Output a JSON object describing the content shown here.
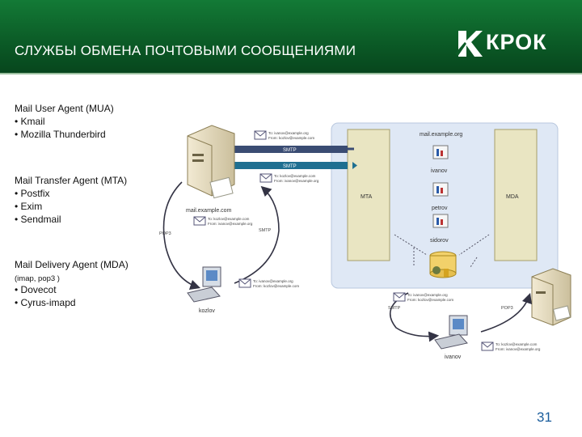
{
  "header": {
    "title": "СЛУЖБЫ ОБМЕНА ПОЧТОВЫМИ СООБЩЕНИЯМИ",
    "logo_text": "КРОК"
  },
  "left_text": {
    "mua_heading": "Mail User Agent (MUA)",
    "mua_items": [
      "• Kmail",
      "• Mozilla Thunderbird"
    ],
    "mta_heading": "Mail Transfer Agent (MTA)",
    "mta_items": [
      "• Postfix",
      "• Exim",
      "• Sendmail"
    ],
    "mda_heading": "Mail Delivery Agent (MDA)",
    "mda_sub": "(imap, pop3 )",
    "mda_items": [
      "• Dovecot",
      "• Cyrus-imapd"
    ]
  },
  "diagram": {
    "server_domain": "mail.example.org",
    "mta_label": "MTA",
    "mda_label": "MDA",
    "mailboxes": [
      "ivanov",
      "petrov",
      "sidorov"
    ],
    "left_server": "mail.example.com",
    "smtp": "SMTP",
    "pop3": "POP3",
    "left_client": "kozlov",
    "right_client": "ivanov",
    "env1_line1": "To: ivanov@example.org",
    "env1_line2": "From: kozlov@example.com",
    "env2_line1": "To: kozlov@example.com",
    "env2_line2": "From: ivanov@example.org"
  },
  "page_number": "31",
  "colors": {
    "header_green": "#0b5a26",
    "diagram_bg": "#dfe8f5",
    "column_fill": "#e9e5c2",
    "smtp_bar": "#1f6f91",
    "page_number": "#1a5d9c"
  }
}
